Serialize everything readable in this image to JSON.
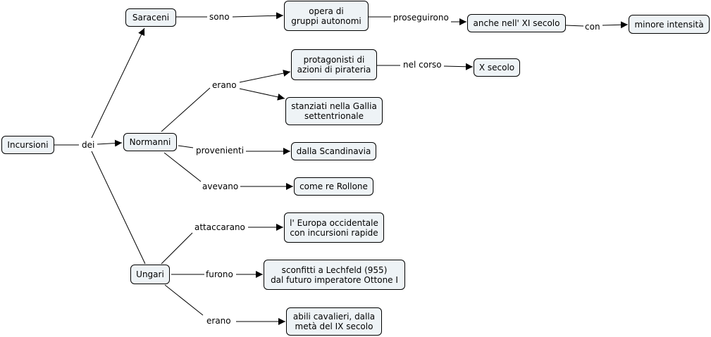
{
  "concept_map": {
    "nodes": {
      "incursioni": "Incursioni",
      "saraceni": "Saraceni",
      "normanni": "Normanni",
      "ungari": "Ungari",
      "opera": "opera di\ngruppi autonomi",
      "anche_xi": "anche nell' XI secolo",
      "minore": "minore intensità",
      "protagonisti": "protagonisti di\nazioni di pirateria",
      "x_secolo": "X secolo",
      "stanziati": "stanziati nella Gallia\nsettentrionale",
      "scandinavia": "dalla Scandinavia",
      "rollone": "come re Rollone",
      "europa": "l' Europa occidentale\ncon incursioni rapide",
      "lechfeld": "sconfitti a Lechfeld (955)\ndal futuro imperatore Ottone I",
      "cavalieri": "abili cavalieri, dalla\nmetà del IX secolo"
    },
    "linking_phrases": {
      "dei": "dei",
      "sono": "sono",
      "proseguirono": "proseguirono",
      "con": "con",
      "erano_n": "erano",
      "nel_corso": "nel corso",
      "provenienti": "provenienti",
      "avevano": "avevano",
      "attaccarano": "attaccarano",
      "furono": "furono",
      "erano_u": "erano"
    }
  }
}
